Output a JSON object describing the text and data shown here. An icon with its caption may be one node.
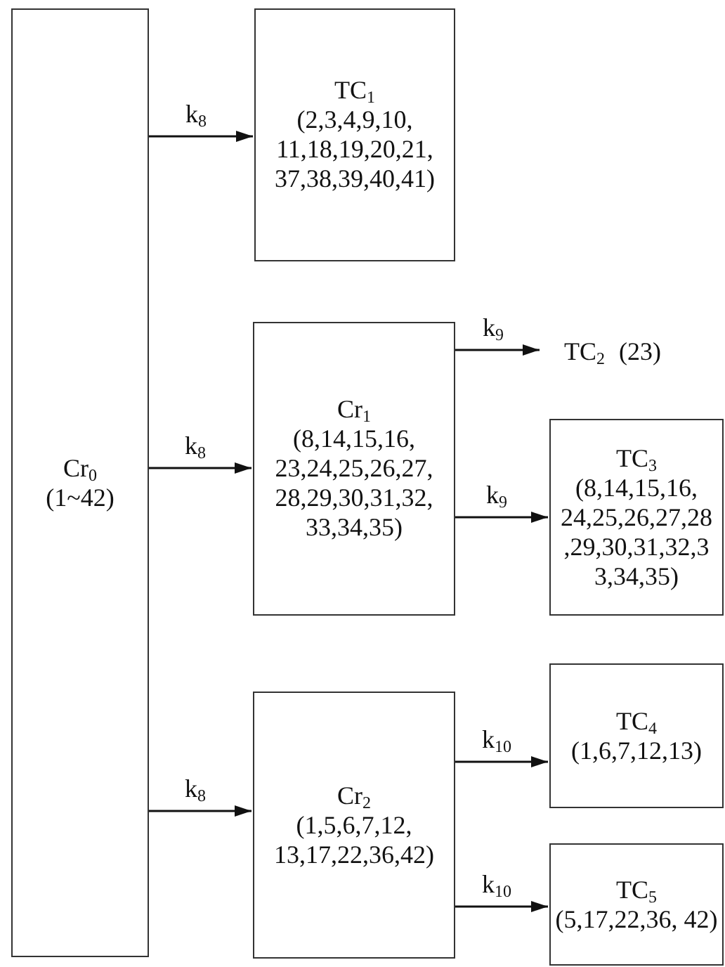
{
  "diagram": {
    "nodes": [
      {
        "text": [
          "Cr$_{0}$",
          "(1~42)"
        ]
      },
      {
        "text": [
          "TC$_{1}$",
          "(2,3,4,9,10, 11,18,19,20,21, 37,38,39,40,41)"
        ]
      },
      {
        "text": [
          "Cr$_{1}$",
          "(8,14,15,16, 23,24,25,26,27, 28,29,30,31,32, 33,34,35)"
        ]
      },
      {
        "text": [
          "TC$_{2}$",
          "(23)"
        ]
      },
      {
        "text": [
          "TC$_{3}$",
          "(8,14,15,16, 24,25,26,27,28 ,29,30,31,32,3 3,34,35)"
        ]
      },
      {
        "text": [
          "Cr$_{2}$",
          "(1,5,6,7,12, 13,17,22,36,42)"
        ]
      },
      {
        "text": [
          "TC$_{4}$",
          "(1,6,7,12,13)"
        ]
      },
      {
        "text": [
          "TC$_{5}$",
          "(5,17,22,36, 42)"
        ]
      }
    ],
    "edges": [
      {
        "from": 0,
        "to": 1,
        "arrow": "to",
        "label": "k$_{8}$"
      },
      {
        "from": 0,
        "to": 2,
        "arrow": "to",
        "label": "k$_{8}$"
      },
      {
        "from": 0,
        "to": 5,
        "arrow": "to",
        "label": "k$_{8}$"
      },
      {
        "from": 2,
        "to": 3,
        "arrow": "to",
        "label": "k$_{9}$"
      },
      {
        "from": 2,
        "to": 4,
        "arrow": "to",
        "label": "k$_{9}$"
      },
      {
        "from": 5,
        "to": 6,
        "arrow": "to",
        "label": "k$_{10}$"
      },
      {
        "from": 5,
        "to": 7,
        "arrow": "to",
        "label": "k$_{10}$"
      }
    ]
  }
}
